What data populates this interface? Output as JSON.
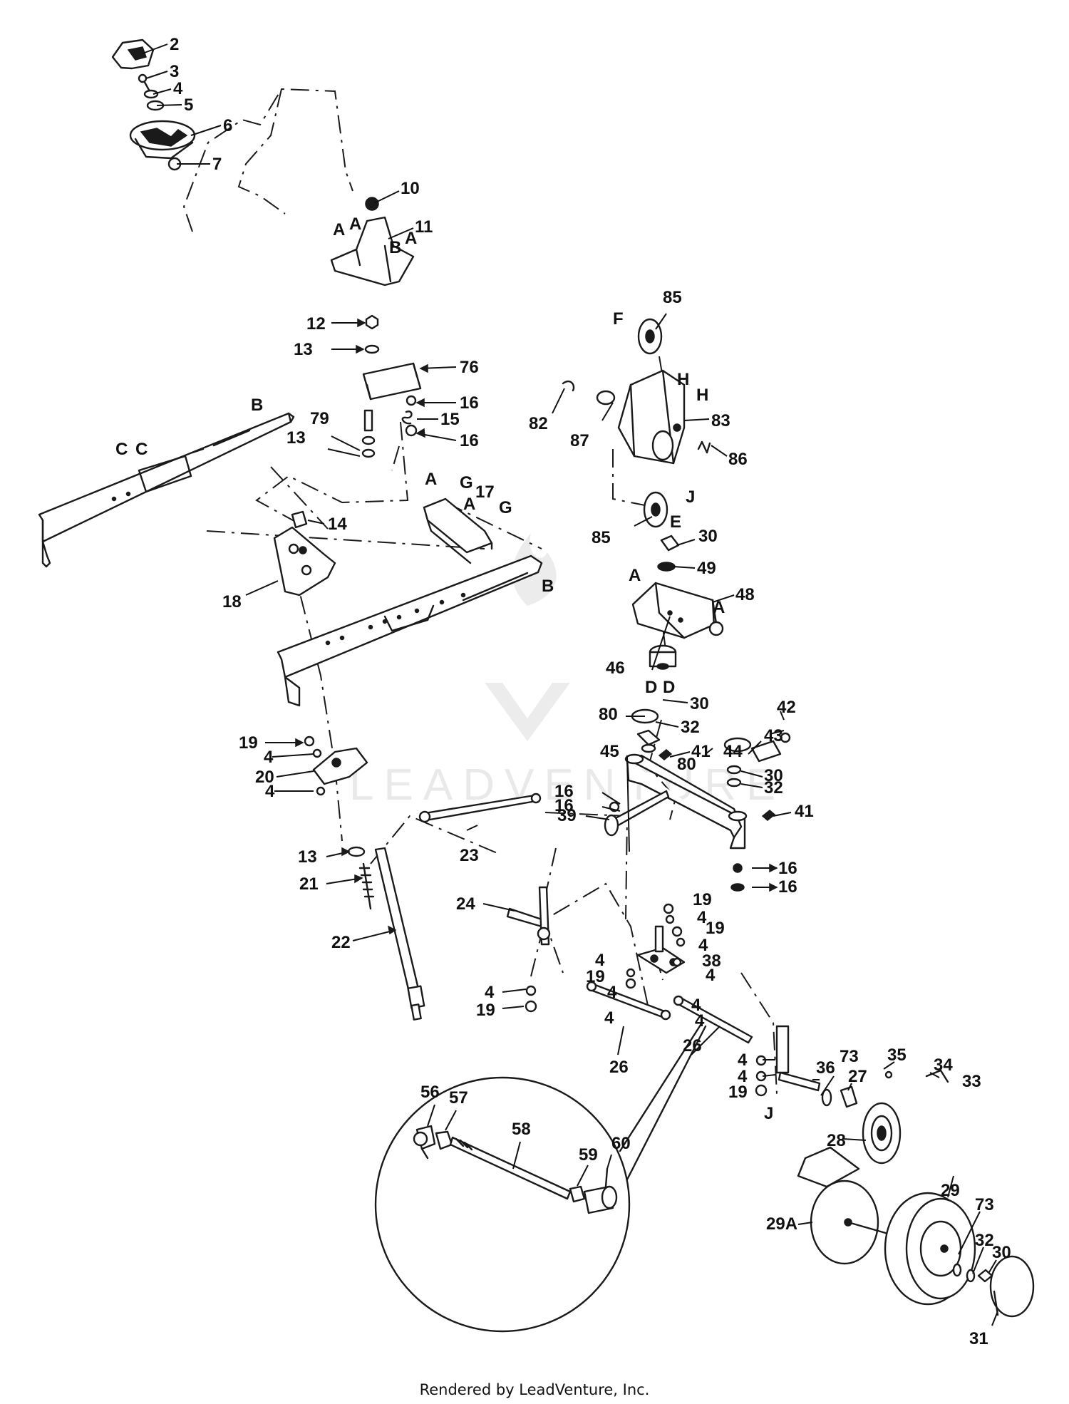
{
  "footer": "Rendered by LeadVenture, Inc.",
  "watermark": "LEADVENTURE",
  "labels": {
    "n2": "2",
    "n3": "3",
    "n4": "4",
    "n5": "5",
    "n6": "6",
    "n7": "7",
    "n10": "10",
    "n11": "11",
    "n12": "12",
    "n13": "13",
    "n14": "14",
    "n15": "15",
    "n16": "16",
    "n17": "17",
    "n18": "18",
    "n19": "19",
    "n20": "20",
    "n21": "21",
    "n22": "22",
    "n23": "23",
    "n24": "24",
    "n26": "26",
    "n27": "27",
    "n28": "28",
    "n29": "29",
    "n29a": "29A",
    "n30": "30",
    "n31": "31",
    "n32": "32",
    "n33": "33",
    "n34": "34",
    "n35": "35",
    "n36": "36",
    "n38": "38",
    "n39": "39",
    "n41": "41",
    "n42": "42",
    "n43": "43",
    "n44": "44",
    "n45": "45",
    "n46": "46",
    "n48": "48",
    "n49": "49",
    "n56": "56",
    "n57": "57",
    "n58": "58",
    "n59": "59",
    "n60": "60",
    "n73": "73",
    "n76": "76",
    "n79": "79",
    "n80": "80",
    "n82": "82",
    "n83": "83",
    "n85": "85",
    "n86": "86",
    "n87": "87",
    "A": "A",
    "B": "B",
    "C": "C",
    "D": "D",
    "E": "E",
    "F": "F",
    "G": "G",
    "H": "H",
    "J": "J"
  }
}
